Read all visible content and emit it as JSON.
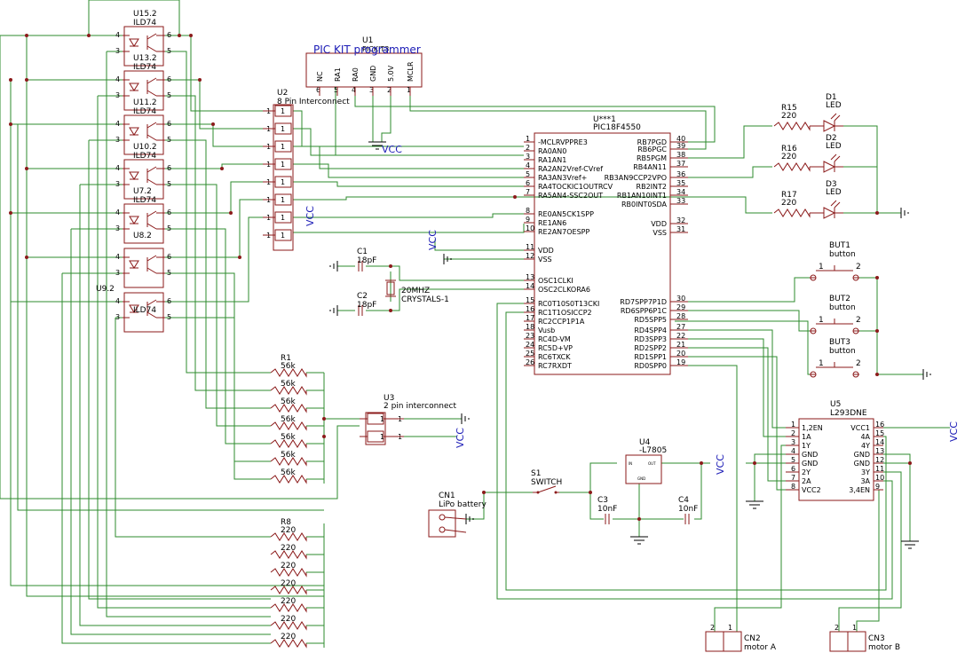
{
  "colors": {
    "wire": "#2e8b2e",
    "part": "#8b1a1a",
    "text": "#000000",
    "supply": "#1b1bb6"
  },
  "couplers": [
    {
      "name": "U15.2",
      "part": "ILD74"
    },
    {
      "name": "U13.2",
      "part": "ILD74"
    },
    {
      "name": "U11.2",
      "part": "ILD74"
    },
    {
      "name": "U10.2",
      "part": "ILD74"
    },
    {
      "name": "U7.2",
      "part": "ILD74"
    },
    {
      "name": "U8.2",
      "part": ""
    },
    {
      "name": "U9.2",
      "part": "ILD74"
    }
  ],
  "coupler_pins": {
    "left_top": "4",
    "left_bottom": "3",
    "right_top": "6",
    "right_bottom": "5"
  },
  "pickit": {
    "ref": "U1",
    "title": "PIC KIT programmer",
    "overlay": "PICKIT3",
    "pin_names": [
      "NC",
      "RA1",
      "RA0",
      "GND",
      "5.0V",
      "MCLR"
    ],
    "pin_numbers": [
      "6",
      "5",
      "4",
      "3",
      "2",
      "1"
    ]
  },
  "u2": {
    "ref": "U2",
    "name": "8 Pin Interconnect",
    "pins": [
      "1",
      "1",
      "1",
      "1",
      "1",
      "1",
      "1",
      "1"
    ],
    "vcc": "VCC"
  },
  "vcc_label": "VCC",
  "mcu": {
    "ref": "U***1",
    "part": "PIC18F4550",
    "left_pins": [
      {
        "num": "1",
        "name": "-MCLRVPPRE3"
      },
      {
        "num": "2",
        "name": "RA0AN0"
      },
      {
        "num": "3",
        "name": "RA1AN1"
      },
      {
        "num": "4",
        "name": "RA2AN2Vref-CVref"
      },
      {
        "num": "5",
        "name": "RA3AN3Vref+"
      },
      {
        "num": "6",
        "name": "RA4TOCKIC1OUTRCV"
      },
      {
        "num": "7",
        "name": "RA5AN4-SSC2OUT"
      },
      {
        "num": "8",
        "name": "RE0AN5CK1SPP"
      },
      {
        "num": "9",
        "name": "RE1AN6"
      },
      {
        "num": "10",
        "name": "RE2AN7OESPP"
      },
      {
        "num": "11",
        "name": "VDD"
      },
      {
        "num": "12",
        "name": "VSS"
      },
      {
        "num": "13",
        "name": "OSC1CLKI"
      },
      {
        "num": "14",
        "name": "OSC2CLKORA6"
      },
      {
        "num": "15",
        "name": "RC0T10S0T13CKI"
      },
      {
        "num": "16",
        "name": "RC1T1OSICCP2"
      },
      {
        "num": "17",
        "name": "RC2CCP1P1A"
      },
      {
        "num": "18",
        "name": "Vusb"
      },
      {
        "num": "23",
        "name": "RC4D-VM"
      },
      {
        "num": "24",
        "name": "RC5D+VP"
      },
      {
        "num": "25",
        "name": "RC6TXCK"
      },
      {
        "num": "26",
        "name": "RC7RXDT"
      }
    ],
    "right_pins_top": [
      {
        "num": "40",
        "name": "RB7PGD"
      },
      {
        "num": "39",
        "name": "RB6PGC"
      },
      {
        "num": "38",
        "name": "RB5PGM"
      },
      {
        "num": "37",
        "name": "RB4AN11"
      },
      {
        "num": "36",
        "name": "RB3AN9CCP2VPO"
      },
      {
        "num": "35",
        "name": "RB2INT2"
      },
      {
        "num": "34",
        "name": "RB1AN10INT1"
      },
      {
        "num": "33",
        "name": "RB0INT0SDA"
      },
      {
        "num": "32",
        "name": "VDD"
      },
      {
        "num": "31",
        "name": "VSS"
      }
    ],
    "right_pins_bottom": [
      {
        "num": "30",
        "name": "RD7SPP7P1D"
      },
      {
        "num": "29",
        "name": "RD6SPP6P1C"
      },
      {
        "num": "28",
        "name": "RD5SPP5"
      },
      {
        "num": "27",
        "name": "RD4SPP4"
      },
      {
        "num": "22",
        "name": "RD3SPP3"
      },
      {
        "num": "21",
        "name": "RD2SPP2"
      },
      {
        "num": "20",
        "name": "RD1SPP1"
      },
      {
        "num": "19",
        "name": "RD0SPP0"
      }
    ]
  },
  "crystal": {
    "c1": {
      "ref": "C1",
      "value": "18pF"
    },
    "c2": {
      "ref": "C2",
      "value": "18pF"
    },
    "xtal": {
      "freq": "20MHZ",
      "name": "CRYSTALS-1"
    }
  },
  "leds": [
    {
      "r": "R15",
      "rv": "220",
      "d": "D1",
      "dv": "LED"
    },
    {
      "r": "R16",
      "rv": "220",
      "d": "D2",
      "dv": "LED"
    },
    {
      "r": "R17",
      "rv": "220",
      "d": "D3",
      "dv": "LED"
    }
  ],
  "buttons": [
    {
      "ref": "BUT1",
      "name": "button",
      "p1": "1",
      "p2": "2"
    },
    {
      "ref": "BUT2",
      "name": "button",
      "p1": "1",
      "p2": "2"
    },
    {
      "ref": "BUT3",
      "name": "button",
      "p1": "1",
      "p2": "2"
    }
  ],
  "res_top": [
    {
      "ref": "R1",
      "value": "56k"
    },
    {
      "ref": "",
      "value": "56k"
    },
    {
      "ref": "",
      "value": "56k"
    },
    {
      "ref": "",
      "value": "56k"
    },
    {
      "ref": "",
      "value": "56k"
    },
    {
      "ref": "",
      "value": "56k"
    },
    {
      "ref": "",
      "value": "56k"
    }
  ],
  "res_bottom": [
    {
      "ref": "R8",
      "value": "220"
    },
    {
      "ref": "",
      "value": "220"
    },
    {
      "ref": "",
      "value": "220"
    },
    {
      "ref": "",
      "value": "220"
    },
    {
      "ref": "",
      "value": "220"
    },
    {
      "ref": "",
      "value": "220"
    },
    {
      "ref": "",
      "value": "220"
    }
  ],
  "u3": {
    "ref": "U3",
    "name": "2 pin interconnect",
    "pins": [
      "1",
      "1"
    ]
  },
  "driver": {
    "ref": "U5",
    "part": "L293DNE",
    "left": [
      {
        "num": "1",
        "name": "1,2EN"
      },
      {
        "num": "2",
        "name": "1A"
      },
      {
        "num": "3",
        "name": "1Y"
      },
      {
        "num": "4",
        "name": "GND"
      },
      {
        "num": "5",
        "name": "GND"
      },
      {
        "num": "6",
        "name": "2Y"
      },
      {
        "num": "7",
        "name": "2A"
      },
      {
        "num": "8",
        "name": "VCC2"
      }
    ],
    "right": [
      {
        "num": "16",
        "name": "VCC1"
      },
      {
        "num": "15",
        "name": "4A"
      },
      {
        "num": "14",
        "name": "4Y"
      },
      {
        "num": "13",
        "name": "GND"
      },
      {
        "num": "12",
        "name": "GND"
      },
      {
        "num": "11",
        "name": "3Y"
      },
      {
        "num": "10",
        "name": "3A"
      },
      {
        "num": "9",
        "name": "3,4EN"
      }
    ]
  },
  "regulator": {
    "ref": "U4",
    "part": "-L7805",
    "pin_in": "IN",
    "pin_out": "OUT",
    "pin_gnd": "GND"
  },
  "caps": [
    {
      "ref": "C3",
      "value": "10nF"
    },
    {
      "ref": "C4",
      "value": "10nF"
    }
  ],
  "switch": {
    "ref": "S1",
    "name": "SWITCH"
  },
  "battery": {
    "ref": "CN1",
    "name": "LiPo battery"
  },
  "motors": [
    {
      "ref": "CN2",
      "name": "motor A",
      "p1": "2",
      "p2": "1"
    },
    {
      "ref": "CN3",
      "name": "motor B",
      "p1": "2",
      "p2": "1"
    }
  ]
}
